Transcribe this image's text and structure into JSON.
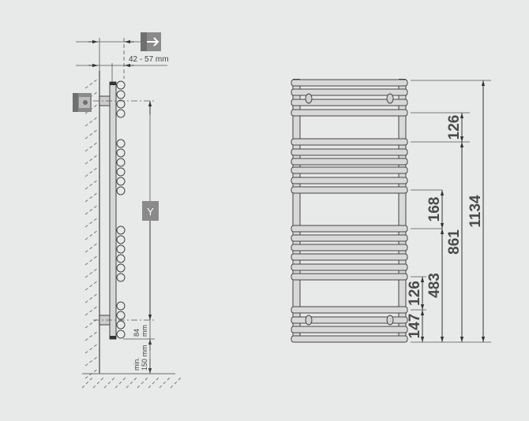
{
  "side_view": {
    "depth_label": "42 - 57 mm",
    "center_label": "Y",
    "bottom_offset_value": "84",
    "bottom_offset_unit": "mm",
    "floor_gap_line1": "min.",
    "floor_gap_line2": "150 mm"
  },
  "front_view": {
    "dimensions": [
      "126",
      "168",
      "126",
      "147",
      "483",
      "861",
      "1134"
    ]
  },
  "colors": {
    "background": "#e8e9e9",
    "line": "#555555",
    "icon_fill": "#8a8a8a"
  }
}
